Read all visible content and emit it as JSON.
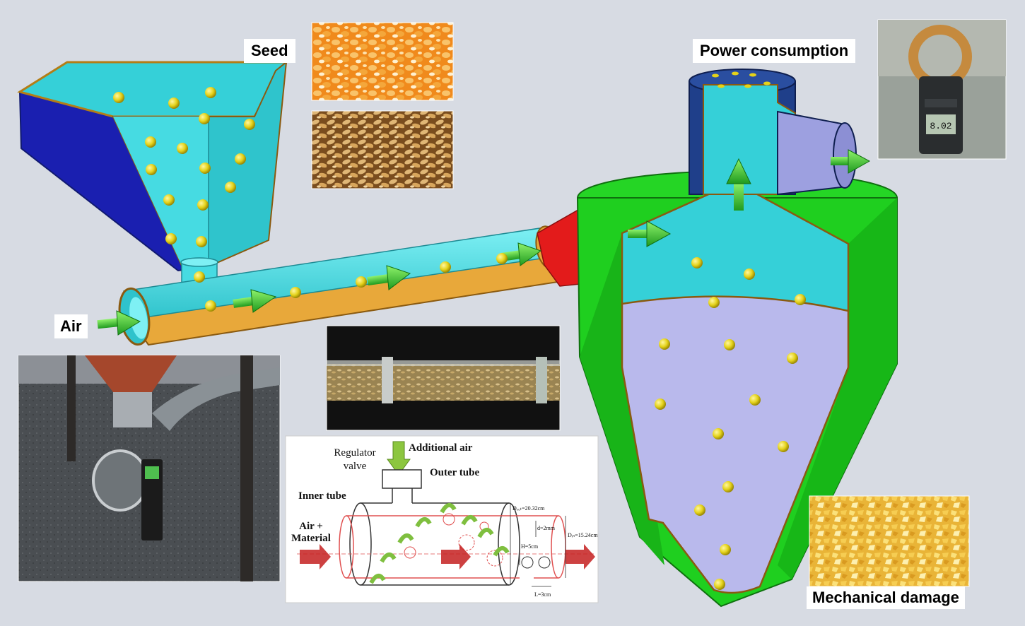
{
  "labels": {
    "seed": "Seed",
    "air": "Air",
    "power_consumption": "Power consumption",
    "mechanical_damage": "Mechanical damage"
  },
  "schematic": {
    "additional_air": "Additional air",
    "regulator_valve_line1": "Regulator",
    "regulator_valve_line2": "valve",
    "outer_tube": "Outer tube",
    "inner_tube": "Inner tube",
    "air_material_line1": "Air +",
    "air_material_line2": "Material",
    "dims": {
      "d_out": "Dₒᵤₜ=20.32cm",
      "d_in": "Dᵢₙ=15.24cm",
      "d": "d=2mm",
      "h": "H=5cm",
      "l": "L=3cm"
    }
  },
  "meter": {
    "reading": "8.02"
  },
  "colors": {
    "background": "#d7dbe3",
    "hopper_cyan": "#35d0d8",
    "hopper_blue": "#1a1fb0",
    "green": "#1fcf1f",
    "lavender": "#b9b9ec",
    "tube_orange": "#e8a83a",
    "red": "#e31b1b",
    "dark_blue": "#1f3f8a"
  }
}
